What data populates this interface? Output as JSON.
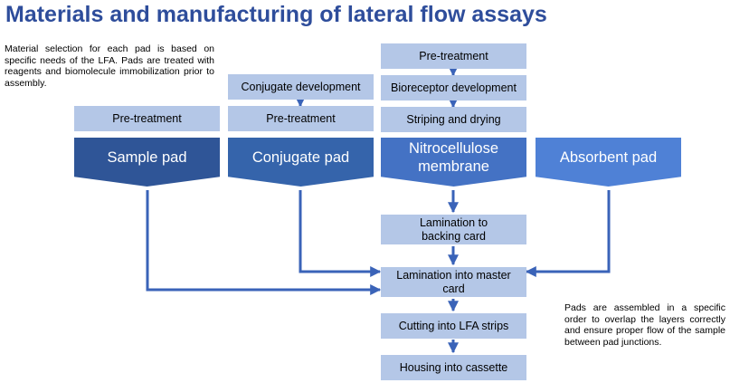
{
  "title": "Materials and manufacturing of lateral flow assays",
  "notes": {
    "left": "Material selection for each pad is based on specific needs of the LFA. Pads are treated with reagents and biomolecule immobilization prior to assembly.",
    "right": "Pads are assembled in a specific order to overlap the layers correctly and ensure proper flow of the sample between pad junctions."
  },
  "pretreat": {
    "sample": "Pre-treatment",
    "conjugate_dev": "Conjugate development",
    "conjugate": "Pre-treatment",
    "nc_pre": "Pre-treatment",
    "nc_bio": "Bioreceptor development",
    "nc_strip": "Striping and drying"
  },
  "pads": {
    "sample": "Sample pad",
    "conjugate": "Conjugate pad",
    "nitrocellulose": "Nitrocellulose membrane",
    "absorbent": "Absorbent pad"
  },
  "steps": {
    "lamination_backing": "Lamination to backing card",
    "lamination_master": "Lamination into master card",
    "cutting": "Cutting into LFA strips",
    "housing": "Housing into cassette"
  },
  "colors": {
    "title": "#2e4d9b",
    "light_box": "#b4c7e7",
    "sample_pad": "#2f5597",
    "conjugate_pad": "#3564ab",
    "nitrocellulose_pad": "#4472c4",
    "absorbent_pad": "#4f81d6",
    "arrow": "#3a63b8"
  }
}
